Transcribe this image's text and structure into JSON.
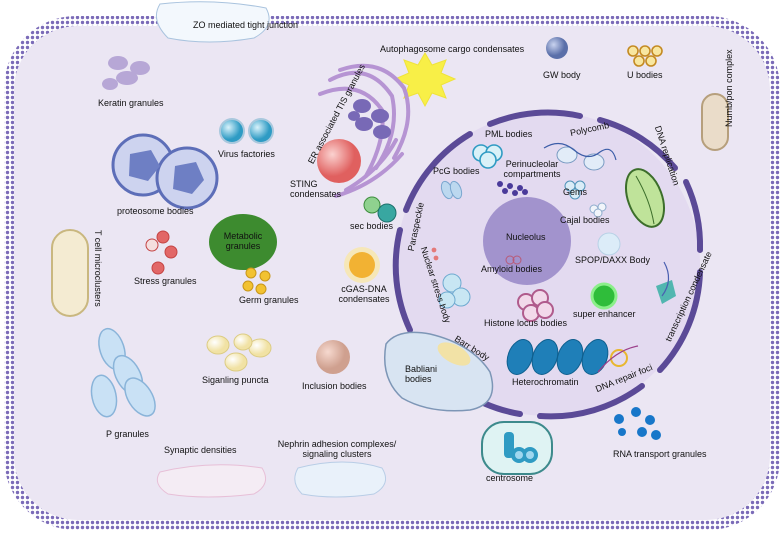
{
  "labels": {
    "zo": "ZO mediated tight junction",
    "keratin": "Keratin granules",
    "autophagosome": "Autophagosome cargo condensates",
    "gw": "GW body",
    "u": "U bodies",
    "numb": "Numb/pon complex",
    "er_tis": "ER associated TIS granules",
    "virus": "Virus factories",
    "pml": "PML bodies",
    "polycomb": "Polycomb",
    "dna_rep": "DNA replication",
    "pcg": "PcG bodies",
    "perinucleolar": "Perinucleolar compartments",
    "gems": "Gems",
    "cajal": "Cajal bodies",
    "sting": "STING condensates",
    "sec": "sec bodies",
    "proteosome": "proteosome bodies",
    "metabolic": "Metabolic granules",
    "tcell": "T cell microclusters",
    "stress": "Stress granules",
    "germ": "Germ granules",
    "cgas": "cGAS-DNA condensates",
    "paraspeckle": "Paraspeckle",
    "nucleolus": "Nucleolus",
    "spop": "SPOP/DAXX Body",
    "amyloid": "Amyloid bodies",
    "nuclear_stress": "Nuclear stress body",
    "transcription": "transcription condensate",
    "super_enhancer": "super enhancer",
    "histone": "Histone locus bodies",
    "siganling": "Siganling puncta",
    "inclusion": "Inclusion bodies",
    "barr": "Barr body",
    "babliani": "Babliani bodies",
    "heterochromatin": "Heterochromatin",
    "dna_repair": "DNA repair foci",
    "p_granules": "P granules",
    "synaptic": "Synaptic densities",
    "nephrin": "Nephrin adhesion complexes/ signaling clusters",
    "centrosome": "centrosome",
    "rna_transport": "RNA transport granules"
  },
  "colors": {
    "cell_fill": "#ebe6f3",
    "membrane": "#8f7fc4",
    "nucleus_fill": "#e3daf0",
    "nuclear_envelope": "#5b4a97",
    "nucleolus": "#a293cd",
    "metabolic": "#3d8b2f",
    "cgas": "#f2b233",
    "sting": "#e36f6f",
    "autophagosome": "#f8ef47",
    "heterochromatin": "#1f7fb8",
    "rna_transport": "#1877c9"
  }
}
